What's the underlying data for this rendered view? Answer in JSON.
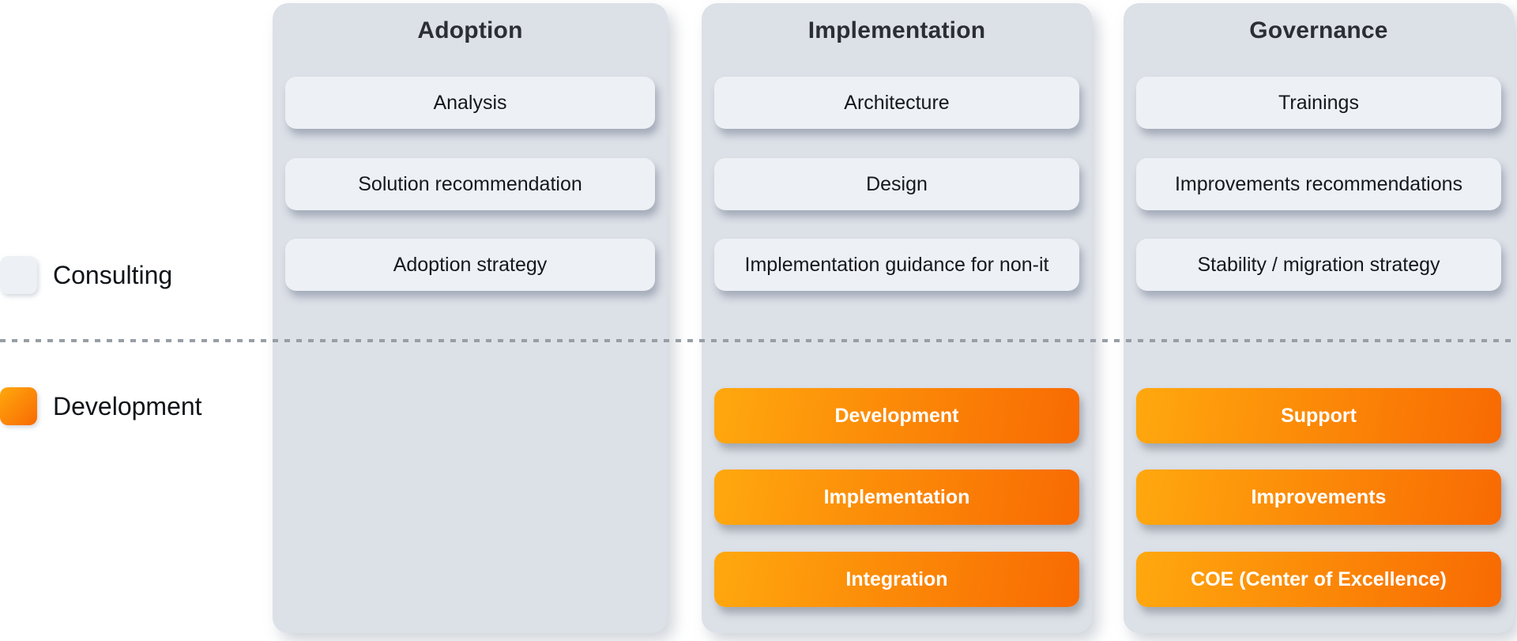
{
  "legend": {
    "items": [
      {
        "label": "Consulting"
      },
      {
        "label": "Development"
      }
    ]
  },
  "columns": [
    {
      "title": "Adoption",
      "consulting_cards": [
        "Analysis",
        "Solution recommendation",
        "Adoption strategy"
      ],
      "development_cards": []
    },
    {
      "title": "Implementation",
      "consulting_cards": [
        "Architecture",
        "Design",
        "Implementation guidance for non-it"
      ],
      "development_cards": [
        "Development",
        "Implementation",
        "Integration"
      ]
    },
    {
      "title": "Governance",
      "consulting_cards": [
        "Trainings",
        "Improvements recommendations",
        "Stability / migration strategy"
      ],
      "development_cards": [
        "Support",
        "Improvements",
        "COE (Center of Excellence)"
      ]
    }
  ],
  "colors": {
    "column_background": "#dce0e7",
    "consulting_card_background": "#edf0f4",
    "development_gradient_start": "#ffa80e",
    "development_gradient_end": "#f86a02",
    "development_card_text": "#ffffff",
    "divider": "#989ea6",
    "heading_text": "#2b2e33",
    "card_text": "#15181c",
    "legend_text": "#101418"
  }
}
